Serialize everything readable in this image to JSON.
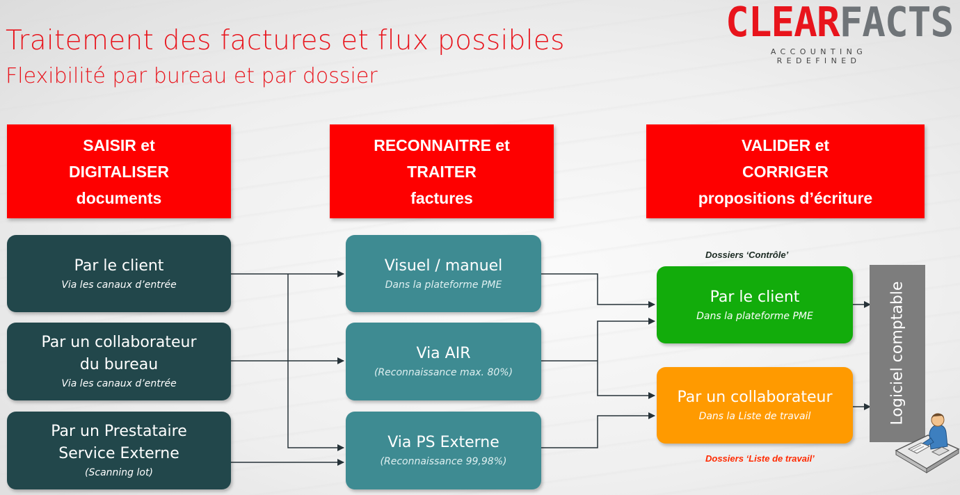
{
  "title": "Traitement des factures et flux possibles",
  "subtitle": "Flexibilité par bureau et par dossier",
  "logo": {
    "text": "CLEARFACTS",
    "tagline": "ACCOUNTING REDEFINED"
  },
  "columns": [
    {
      "lines": [
        "SAISIR et",
        "DIGITALISER",
        "documents"
      ]
    },
    {
      "lines": [
        "RECONNAITRE et",
        "TRAITER",
        "factures"
      ]
    },
    {
      "lines": [
        "VALIDER et",
        "CORRIGER",
        "propositions d’écriture"
      ]
    }
  ],
  "sources": [
    {
      "main": [
        "Par le client"
      ],
      "sub": "Via les canaux d’entrée"
    },
    {
      "main": [
        "Par un collaborateur",
        "du bureau"
      ],
      "sub": "Via les canaux d’entrée"
    },
    {
      "main": [
        "Par un Prestataire",
        "Service Externe"
      ],
      "sub": "(Scanning lot)"
    }
  ],
  "processing": [
    {
      "main": "Visuel / manuel",
      "sub": "Dans la plateforme PME"
    },
    {
      "main": "Via AIR",
      "sub": "(Reconnaissance max. 80%)"
    },
    {
      "main": "Via PS Externe",
      "sub": "(Reconnaissance 99,98%)"
    }
  ],
  "validation": [
    {
      "main": "Par le client",
      "sub": "Dans la plateforme PME",
      "label": "Dossiers ‘Contrôle’"
    },
    {
      "main": "Par un collaborateur",
      "sub": "Dans la Liste de travail",
      "label": "Dossiers ‘Liste de travail’"
    }
  ],
  "target": "Logiciel comptable",
  "colors": {
    "accent": "#e8141c",
    "header": "#fe0000",
    "source_box": "#22474b",
    "process_box": "#3e8b92",
    "client_box": "#12ac0b",
    "collab_box": "#ff9a00",
    "target_box": "#7d7d7d"
  }
}
